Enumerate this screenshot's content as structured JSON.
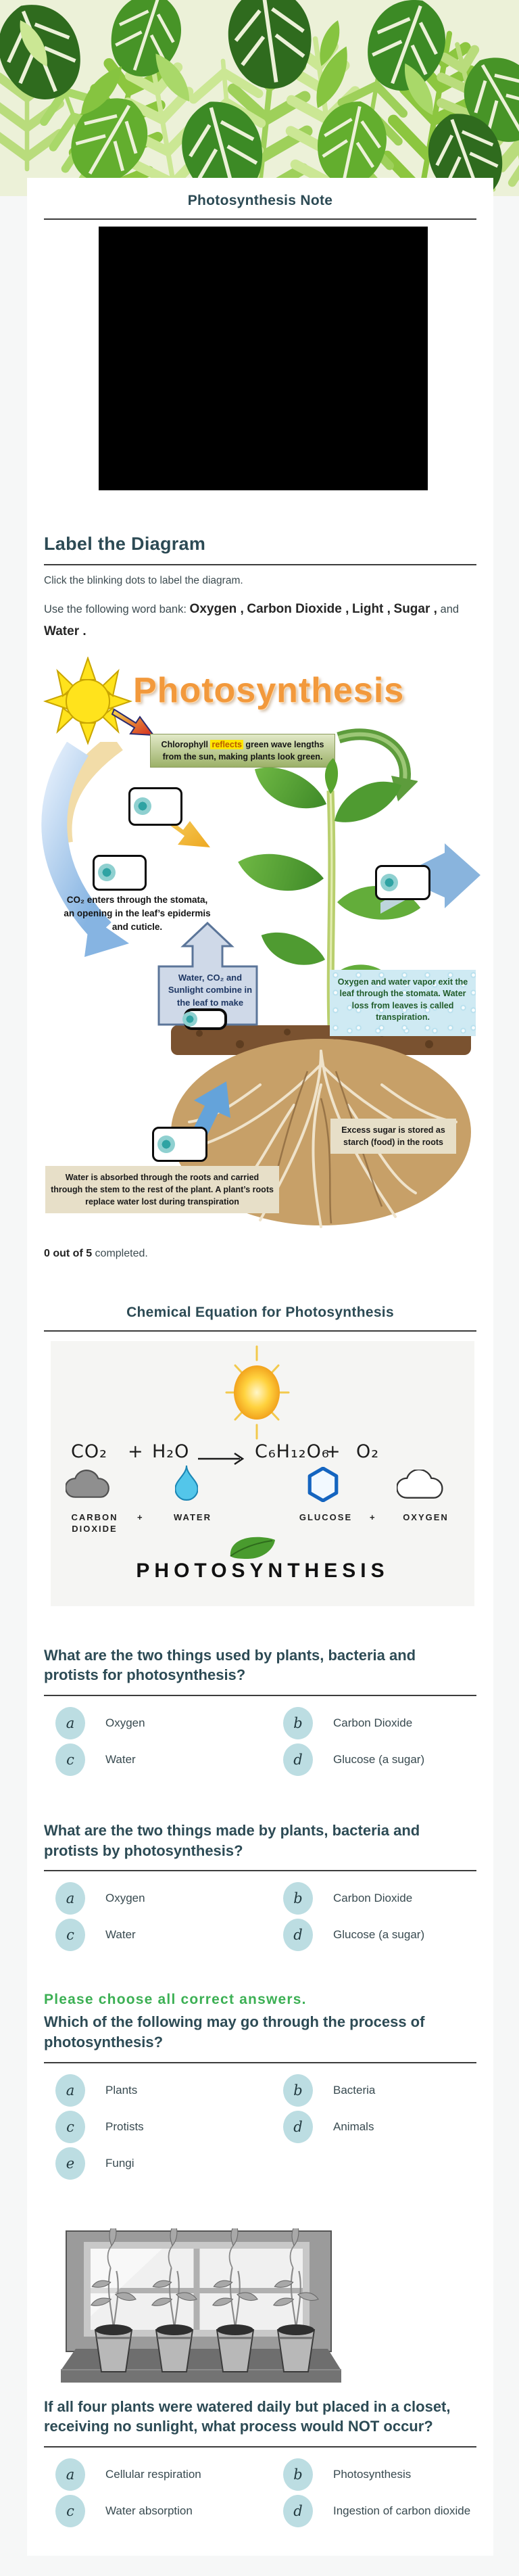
{
  "page": {
    "background": "#f6f7f7",
    "card_background": "#ffffff"
  },
  "colors": {
    "heading": "#2c4a54",
    "body_text": "#3c4b50",
    "option_circle": "#bcdde2",
    "green_note": "#3cb054",
    "diagram_title_orange": "#f2993c",
    "blink_dot_teal": "#2fa3a3",
    "highlight_yellow": "#ffe600"
  },
  "note": {
    "title": "Photosynthesis Note"
  },
  "label_diagram": {
    "heading": "Label the Diagram",
    "instruction": "Click the blinking dots to label the diagram.",
    "word_bank": {
      "prefix": "Use the following word bank:",
      "w1": "Oxygen ,",
      "w2": "Carbon Dioxide ,",
      "w3": "Light ,",
      "w4": "Sugar ,",
      "and": "and",
      "w5": "Water ."
    },
    "progress_bold": "0 out of 5",
    "progress_rest": " completed."
  },
  "diagram": {
    "title": "Photosynthesis",
    "chlorophyll_pre": "Chlorophyll ",
    "chlorophyll_highlight": "reflects",
    "chlorophyll_post": " green wave lengths from the sun, making plants look green.",
    "co2_note": "CO₂ enters through the stomata, an opening in the leaf’s epidermis and cuticle.",
    "combine_note": "Water, CO₂ and Sunlight combine in the leaf to make",
    "oxygen_note": "Oxygen and water vapor exit the leaf through the stomata. Water loss from leaves is called transpiration.",
    "sugar_note": "Excess sugar is stored as starch (food) in the roots",
    "water_note": "Water is absorbed through the roots and carried through the stem to the rest of the plant.  A plant’s roots replace water lost during transpiration"
  },
  "equation": {
    "heading": "Chemical Equation for Photosynthesis",
    "co2": "CO₂",
    "plus1": "+",
    "h2o": "H₂O",
    "glucose": "C₆H₁₂O₆",
    "plus2": "+",
    "o2": "O₂",
    "label_co2": "CARBON DIOXIDE",
    "label_plus1": "+",
    "label_water": "WATER",
    "label_glucose": "GLUCOSE",
    "label_plus2": "+",
    "label_oxygen": "OXYGEN",
    "caption": "PHOTOSYNTHESIS"
  },
  "questions": [
    {
      "text": "What are the two things used by plants, bacteria and protists for photosynthesis?",
      "options": [
        {
          "letter": "a",
          "label": "Oxygen"
        },
        {
          "letter": "b",
          "label": "Carbon Dioxide"
        },
        {
          "letter": "c",
          "label": "Water"
        },
        {
          "letter": "d",
          "label": "Glucose (a sugar)"
        }
      ]
    },
    {
      "text": "What are the two things made by plants, bacteria and protists by photosynthesis?",
      "options": [
        {
          "letter": "a",
          "label": "Oxygen"
        },
        {
          "letter": "b",
          "label": "Carbon Dioxide"
        },
        {
          "letter": "c",
          "label": "Water"
        },
        {
          "letter": "d",
          "label": "Glucose (a sugar)"
        }
      ]
    },
    {
      "note": "Please choose all correct answers.",
      "text": "Which of the following may go through the process of photosynthesis?",
      "options": [
        {
          "letter": "a",
          "label": "Plants"
        },
        {
          "letter": "b",
          "label": "Bacteria"
        },
        {
          "letter": "c",
          "label": "Protists"
        },
        {
          "letter": "d",
          "label": "Animals"
        },
        {
          "letter": "e",
          "label": "Fungi"
        }
      ]
    },
    {
      "text": "If all four plants were watered daily but placed in a closet, receiving no sunlight, what process would NOT occur?",
      "options": [
        {
          "letter": "a",
          "label": "Cellular respiration"
        },
        {
          "letter": "b",
          "label": "Photosynthesis"
        },
        {
          "letter": "c",
          "label": "Water absorption"
        },
        {
          "letter": "d",
          "label": "Ingestion of carbon dioxide"
        }
      ]
    }
  ]
}
